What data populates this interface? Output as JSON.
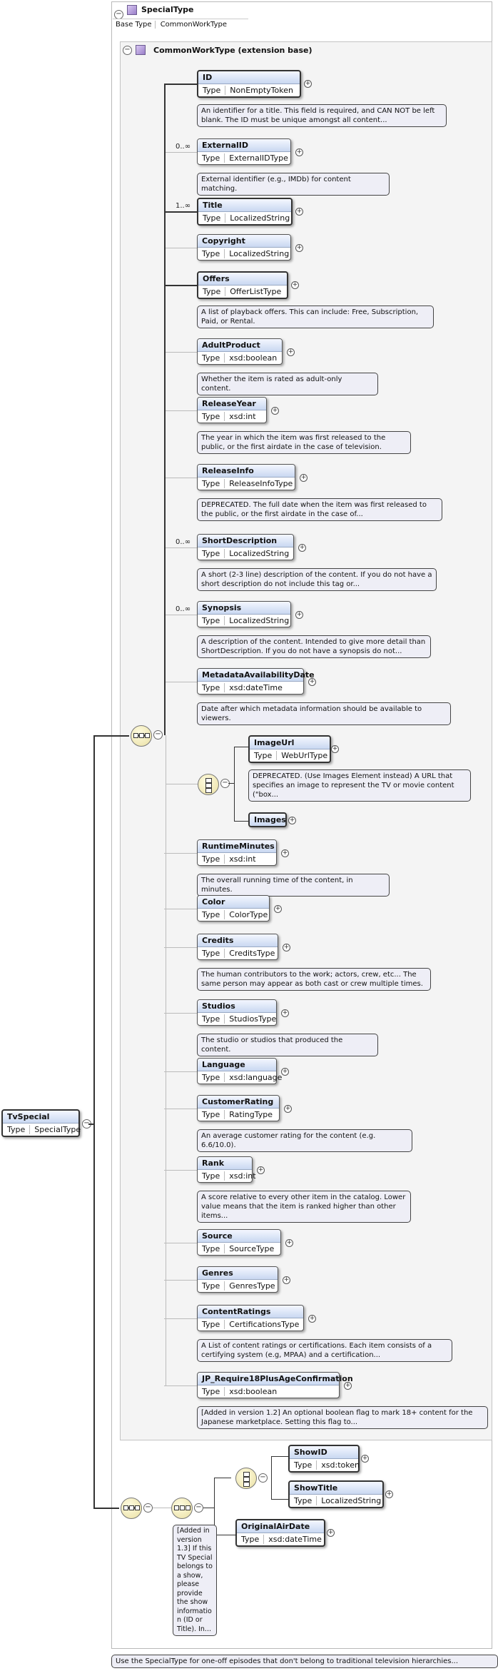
{
  "special_type": {
    "title": "SpecialType",
    "base_type_key": "Base Type",
    "base_type_value": "CommonWorkType"
  },
  "common_work_type": {
    "title": "CommonWorkType (extension base)"
  },
  "root": {
    "name": "TvSpecial",
    "type_key": "Type",
    "type_value": "SpecialType"
  },
  "elements": [
    {
      "name": "ID",
      "type": "NonEmptyToken",
      "card": "",
      "doc": "An identifier for a title. This field is required, and CAN NOT be left blank. The ID must be unique amongst all content..."
    },
    {
      "name": "ExternalID",
      "type": "ExternalIDType",
      "card": "0..∞",
      "doc": "External identifier (e.g., IMDb) for content matching."
    },
    {
      "name": "Title",
      "type": "LocalizedString",
      "card": "1..∞",
      "doc": ""
    },
    {
      "name": "Copyright",
      "type": "LocalizedString",
      "card": "",
      "doc": ""
    },
    {
      "name": "Offers",
      "type": "OfferListType",
      "card": "",
      "doc": "A list of playback offers. This can include: Free, Subscription, Paid, or Rental."
    },
    {
      "name": "AdultProduct",
      "type": "xsd:boolean",
      "card": "",
      "doc": "Whether the item is rated as adult-only content."
    },
    {
      "name": "ReleaseYear",
      "type": "xsd:int",
      "card": "",
      "doc": "The year in which the item was first released to the public, or the first airdate in the case of television."
    },
    {
      "name": "ReleaseInfo",
      "type": "ReleaseInfoType",
      "card": "",
      "doc": "DEPRECATED. The full date when the item was first released to the public, or the first airdate in the case of..."
    },
    {
      "name": "ShortDescription",
      "type": "LocalizedString",
      "card": "0..∞",
      "doc": "A short (2-3 line) description of the content. If you do not have a short description do not include this tag or..."
    },
    {
      "name": "Synopsis",
      "type": "LocalizedString",
      "card": "0..∞",
      "doc": "A description of the content. Intended to give more detail than ShortDescription. If you do not have a synopsis do not..."
    },
    {
      "name": "MetadataAvailabilityDate",
      "type": "xsd:dateTime",
      "card": "",
      "doc": "Date after which metadata information should be available to viewers."
    },
    {
      "name": "RuntimeMinutes",
      "type": "xsd:int",
      "card": "",
      "doc": "The overall running time of the content, in minutes."
    },
    {
      "name": "Color",
      "type": "ColorType",
      "card": "",
      "doc": ""
    },
    {
      "name": "Credits",
      "type": "CreditsType",
      "card": "",
      "doc": "The human contributors to the work; actors, crew, etc... The same person may appear as both cast or crew multiple times."
    },
    {
      "name": "Studios",
      "type": "StudiosType",
      "card": "",
      "doc": "The studio or studios that produced the content."
    },
    {
      "name": "Language",
      "type": "xsd:language",
      "card": "",
      "doc": ""
    },
    {
      "name": "CustomerRating",
      "type": "RatingType",
      "card": "",
      "doc": "An average customer rating for the content (e.g. 6.6/10.0)."
    },
    {
      "name": "Rank",
      "type": "xsd:int",
      "card": "",
      "doc": "A score relative to every other item in the catalog. Lower value means that the item is ranked higher than other items..."
    },
    {
      "name": "Source",
      "type": "SourceType",
      "card": "",
      "doc": ""
    },
    {
      "name": "Genres",
      "type": "GenresType",
      "card": "",
      "doc": ""
    },
    {
      "name": "ContentRatings",
      "type": "CertificationsType",
      "card": "",
      "doc": "A List of content ratings or certifications. Each item consists of a certifying system (e.g, MPAA) and a certification..."
    },
    {
      "name": "JP_Require18PlusAgeConfirmation",
      "type": "xsd:boolean",
      "card": "",
      "doc": "[Added in version 1.2] An optional boolean flag to mark 18+ content for the Japanese marketplace. Setting this flag to..."
    }
  ],
  "image_choice": {
    "image_url": {
      "name": "ImageUrl",
      "type": "WebUrlType",
      "doc": "DEPRECATED. (Use Images Element instead) A URL that specifies an image to represent the TV or movie content (\"box..."
    },
    "images": {
      "name": "Images"
    }
  },
  "show_group": {
    "show_id": {
      "name": "ShowID",
      "type": "xsd:token"
    },
    "show_title": {
      "name": "ShowTitle",
      "type": "LocalizedString"
    },
    "original_air_date": {
      "name": "OriginalAirDate",
      "type": "xsd:dateTime"
    },
    "doc": "[Added in version 1.3] If this TV Special belongs to a show, please provide the show informatio n (ID or Title). In..."
  },
  "type_word": "Type",
  "footer_doc": "Use the SpecialType for one-off episodes that don't belong to traditional television hierarchies..."
}
